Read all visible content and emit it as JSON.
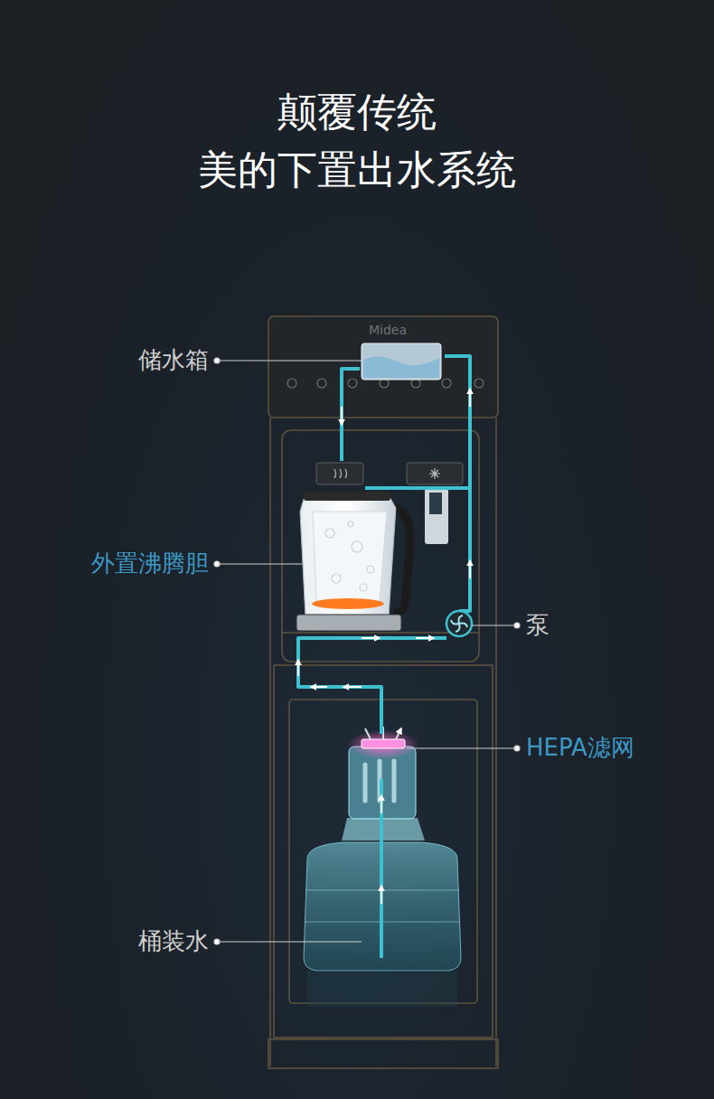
{
  "diagram": {
    "title": "颠覆传统 美的下置出水系统",
    "labels": [
      "Midea",
      "储水箱",
      "外置沸腾胆",
      "泵",
      "HEPA滤网",
      "桶装水"
    ]
  }
}
